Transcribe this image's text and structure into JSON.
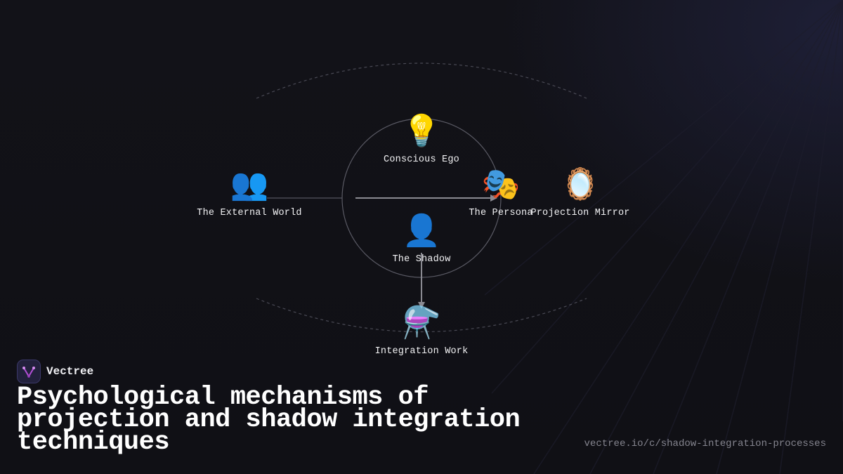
{
  "diagram": {
    "nodes": {
      "conscious_ego": {
        "emoji": "💡",
        "label": "Conscious Ego"
      },
      "external_world": {
        "emoji": "👥",
        "label": "The External World"
      },
      "persona": {
        "emoji": "🎭",
        "label": "The Persona"
      },
      "projection_mirror": {
        "emoji": "🪞",
        "label": "Projection Mirror"
      },
      "shadow": {
        "emoji": "👤",
        "label": "The Shadow"
      },
      "integration_work": {
        "emoji": "⚗️",
        "label": "Integration Work"
      }
    },
    "colors": {
      "line": "#6f6f78",
      "arrow": "#8a8a92",
      "circle": "#5a5a64",
      "dashed": "#4a4a55"
    }
  },
  "brand": {
    "name": "Vectree",
    "logo_icon": "vectree-logo-icon",
    "accent": "#b34fd6"
  },
  "title": "Psychological mechanisms of projection and shadow integration techniques",
  "url": "vectree.io/c/shadow-integration-processes"
}
